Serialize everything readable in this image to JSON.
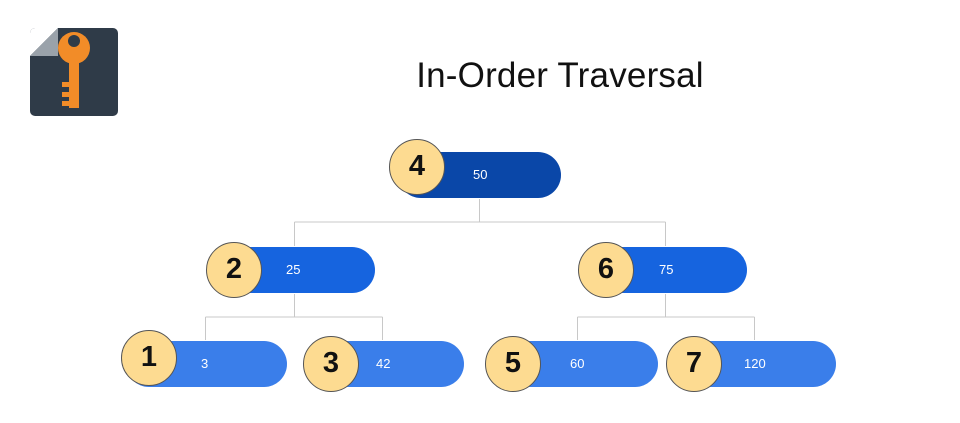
{
  "logo": {
    "icon": "key-icon",
    "colors": {
      "tile": "#2f3b48",
      "fold": "#9aa2aa",
      "key": "#f28c28"
    }
  },
  "title": "In-Order Traversal",
  "tree": {
    "nodes": [
      {
        "id": "n50",
        "value": "50",
        "order": "4"
      },
      {
        "id": "n25",
        "value": "25",
        "order": "2"
      },
      {
        "id": "n75",
        "value": "75",
        "order": "6"
      },
      {
        "id": "n3",
        "value": "3",
        "order": "1"
      },
      {
        "id": "n42",
        "value": "42",
        "order": "3"
      },
      {
        "id": "n60",
        "value": "60",
        "order": "5"
      },
      {
        "id": "n120",
        "value": "120",
        "order": "7"
      }
    ],
    "colors": {
      "root": "#0a47a8",
      "level1": "#1664df",
      "level2": "#3a7eea",
      "badge": "#fddb91",
      "edge": "#c8c8c8"
    }
  }
}
